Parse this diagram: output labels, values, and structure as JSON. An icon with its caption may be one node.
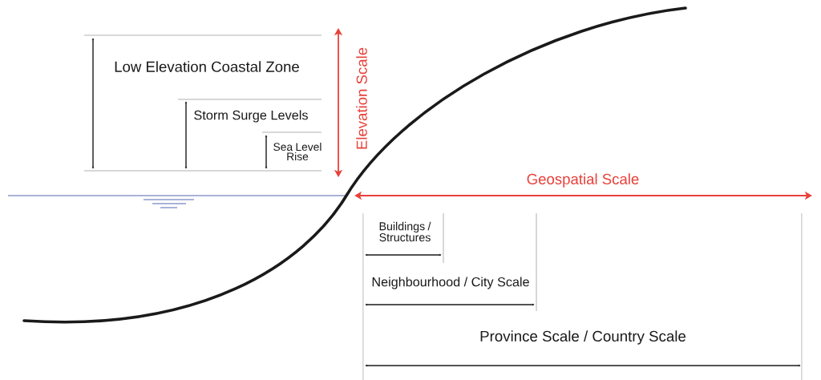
{
  "diagram": {
    "labels": [
      "Low Elevation Coastal Zone",
      "Elevation Scale",
      "Storm Surge Levels",
      "Sea Level Rise",
      "Geospatial Scale",
      "Buildings / Structures",
      "Neighbourhood / City Scale",
      "Province Scale / Country Scale"
    ]
  }
}
